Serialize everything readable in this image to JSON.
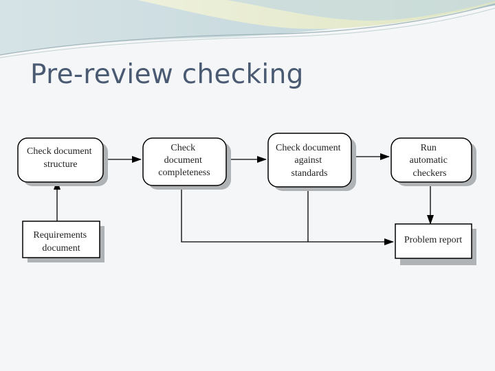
{
  "slide": {
    "title": "Pre-review checking"
  },
  "diagram": {
    "nodes": {
      "check_structure": {
        "lines": [
          "Check document",
          "structure"
        ]
      },
      "check_completeness": {
        "lines": [
          "Check",
          "document",
          "completeness"
        ]
      },
      "check_standards": {
        "lines": [
          "Check document",
          "against",
          "standards"
        ]
      },
      "run_checkers": {
        "lines": [
          "Run",
          "automatic",
          "checkers"
        ]
      },
      "requirements": {
        "lines": [
          "Requirements",
          "document"
        ]
      },
      "problem_report": {
        "lines": [
          "Problem report"
        ]
      }
    }
  }
}
